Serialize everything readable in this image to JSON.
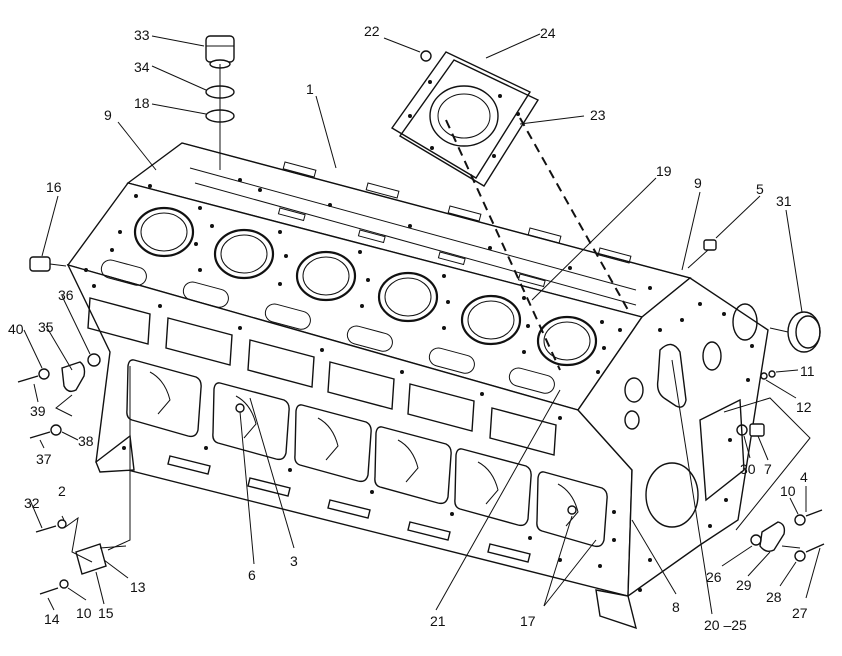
{
  "diagram": {
    "kind": "exploded parts drawing",
    "subject": "engine cylinder block",
    "callouts": {
      "c1": "1",
      "c2": "2",
      "c3": "3",
      "c4": "4",
      "c5": "5",
      "c6": "6",
      "c7": "7",
      "c8": "8",
      "c9a": "9",
      "c9b": "9",
      "c10a": "10",
      "c10b": "10",
      "c11": "11",
      "c12": "12",
      "c13": "13",
      "c14": "14",
      "c15": "15",
      "c16": "16",
      "c17": "17",
      "c18": "18",
      "c19": "19",
      "c20_25": "20 –25",
      "c21": "21",
      "c22": "22",
      "c23": "23",
      "c24": "24",
      "c26": "26",
      "c27": "27",
      "c28": "28",
      "c29": "29",
      "c30": "30",
      "c31": "31",
      "c32": "32",
      "c33": "33",
      "c34": "34",
      "c35": "35",
      "c36": "36",
      "c37": "37",
      "c38": "38",
      "c39": "39",
      "c40": "40"
    }
  }
}
